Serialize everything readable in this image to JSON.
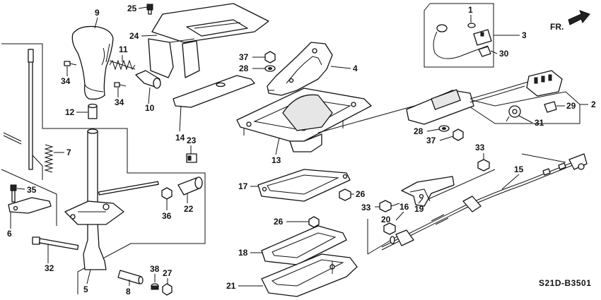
{
  "diagram": {
    "code": "S21D-B3501",
    "direction_label": "FR.",
    "callouts": {
      "c1": "1",
      "c2": "2",
      "c3": "3",
      "c4": "4",
      "c5": "5",
      "c6": "6",
      "c7": "7",
      "c8": "8",
      "c9": "9",
      "c10": "10",
      "c11": "11",
      "c12": "12",
      "c13": "13",
      "c14": "14",
      "c15": "15",
      "c16": "16",
      "c17": "17",
      "c18": "18",
      "c19": "19",
      "c20": "20",
      "c21": "21",
      "c22": "22",
      "c23": "23",
      "c24": "24",
      "c25": "25",
      "c26a": "26",
      "c26b": "26",
      "c27": "27",
      "c28a": "28",
      "c28b": "28",
      "c29": "29",
      "c30": "30",
      "c31": "31",
      "c32": "32",
      "c33a": "33",
      "c33b": "33",
      "c34a": "34",
      "c34b": "34",
      "c35": "35",
      "c36": "36",
      "c37a": "37",
      "c37b": "37",
      "c38": "38"
    }
  }
}
